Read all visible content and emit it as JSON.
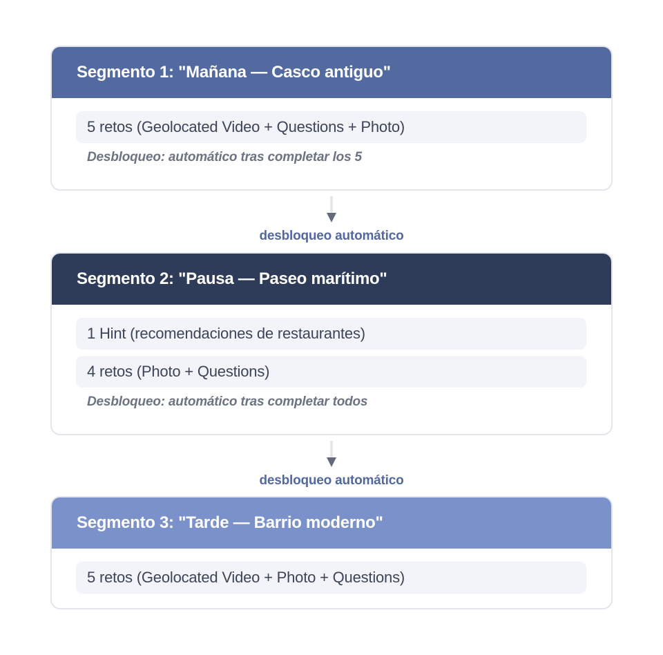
{
  "colors": {
    "segment1_header": "#536aa1",
    "segment2_header": "#2e3c5a",
    "segment3_header": "#7b91ca",
    "item_bg": "#f3f4f9",
    "connector_label": "#5468a0",
    "arrow": "#646b7a"
  },
  "segments": [
    {
      "title": "Segmento 1: \"Mañana — Casco antiguo\"",
      "items": [
        "5 retos (Geolocated Video + Questions + Photo)"
      ],
      "note": "Desbloqueo: automático tras completar los 5"
    },
    {
      "title": "Segmento 2: \"Pausa — Paseo marítimo\"",
      "items": [
        "1 Hint (recomendaciones de restaurantes)",
        "4 retos (Photo + Questions)"
      ],
      "note": "Desbloqueo: automático tras completar todos"
    },
    {
      "title": "Segmento 3: \"Tarde — Barrio moderno\"",
      "items": [
        "5 retos (Geolocated Video + Photo + Questions)"
      ]
    }
  ],
  "connectors": [
    {
      "label": "desbloqueo automático",
      "icon": "arrow-down-icon"
    },
    {
      "label": "desbloqueo automático",
      "icon": "arrow-down-icon"
    }
  ]
}
